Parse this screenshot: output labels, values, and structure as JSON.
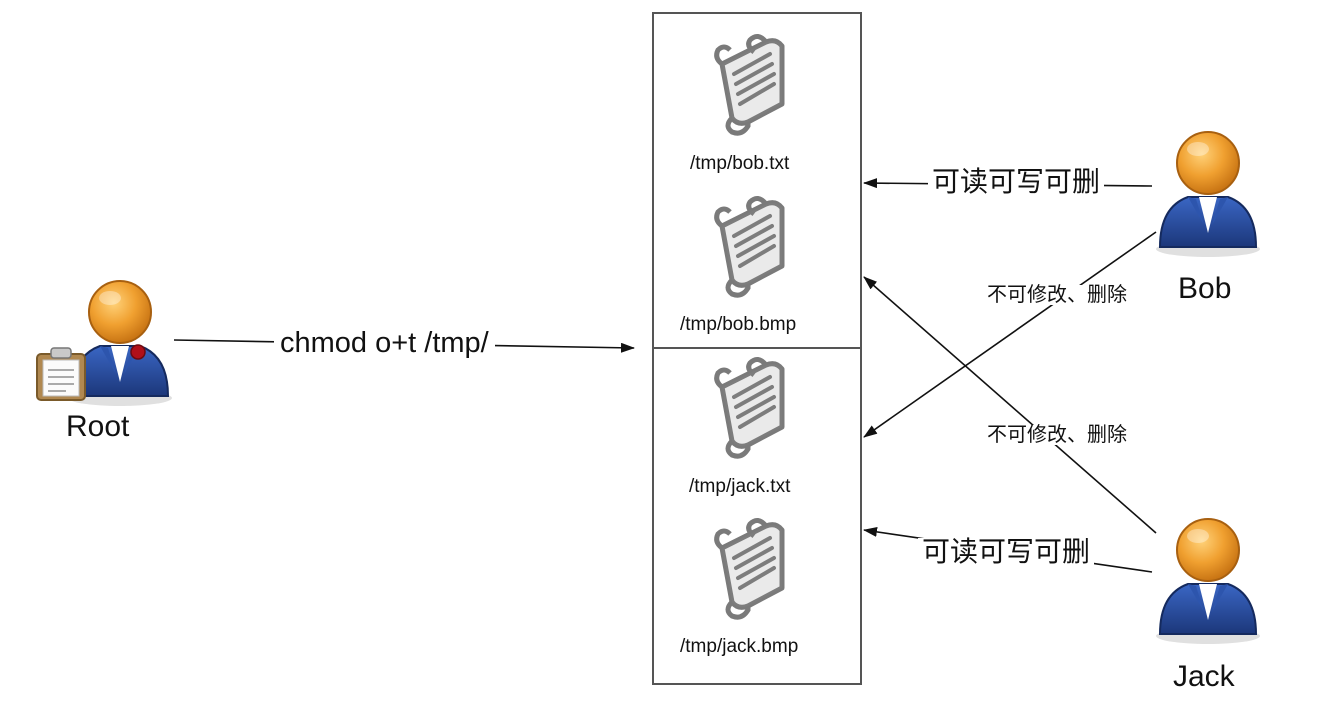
{
  "nodes": {
    "root": {
      "label": "Root"
    },
    "bob": {
      "label": "Bob"
    },
    "jack": {
      "label": "Jack"
    }
  },
  "command": "chmod o+t /tmp/",
  "files": [
    "/tmp/bob.txt",
    "/tmp/bob.bmp",
    "/tmp/jack.txt",
    "/tmp/jack.bmp"
  ],
  "edges": {
    "bob_own": "可读可写可删",
    "bob_to_jack": "不可修改、删除",
    "jack_to_bob": "不可修改、删除",
    "jack_own": "可读可写可删"
  },
  "colors": {
    "line": "#111111",
    "box_border": "#555555",
    "scroll_icon": "#7a7a7a",
    "person_head": "#f0a030",
    "person_body": "#2a4d9c",
    "clipboard": "#b08850",
    "badge": "#b0101a"
  },
  "icons": [
    "person-icon",
    "scroll-file-icon",
    "clipboard-icon"
  ]
}
